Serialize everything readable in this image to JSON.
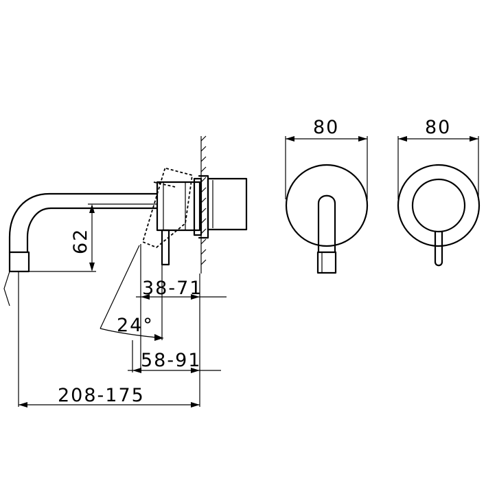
{
  "dimensions": {
    "front_width_a": "80",
    "front_width_b": "80",
    "spout_height": "62",
    "depth_short": "38-71",
    "angle": "24°",
    "depth_long": "58-91",
    "projection": "208-175"
  }
}
